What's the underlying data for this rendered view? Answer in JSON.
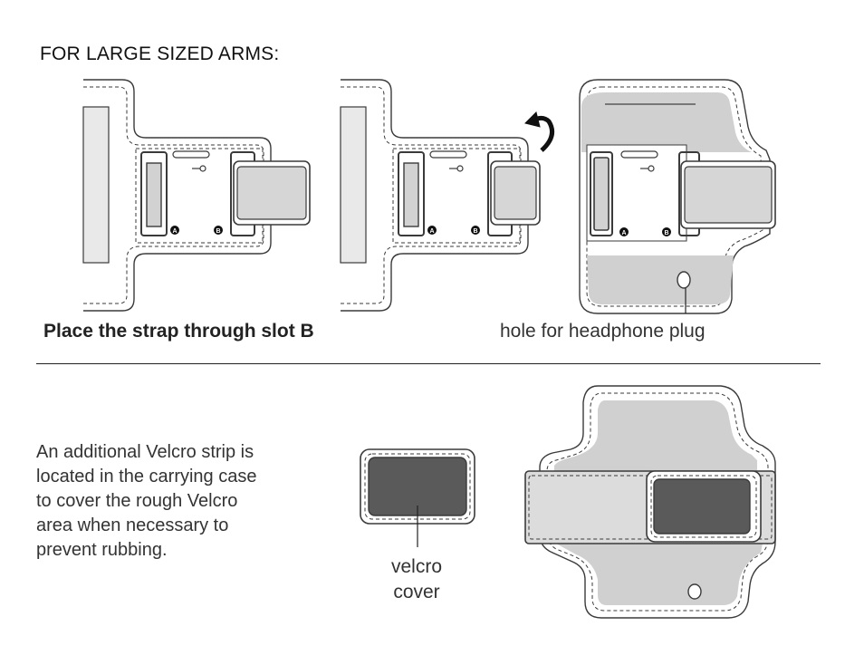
{
  "heading": "FOR LARGE SIZED ARMS:",
  "captions": {
    "strap_slot": "Place the strap through slot B",
    "headphone_hole": "hole for headphone plug"
  },
  "slot_labels": {
    "a": "A",
    "b": "B"
  },
  "description_lines": [
    "An additional Velcro strip is",
    "located in the carrying case",
    "to cover the rough Velcro",
    "area when necessary to",
    "prevent rubbing."
  ],
  "velcro_label_lines": [
    "velcro",
    "cover"
  ],
  "colors": {
    "outline": "#3a3a3a",
    "light_gray": "#dcdcdc",
    "mid_gray": "#c8c8c8",
    "dark_velcro": "#5a5a5a"
  }
}
